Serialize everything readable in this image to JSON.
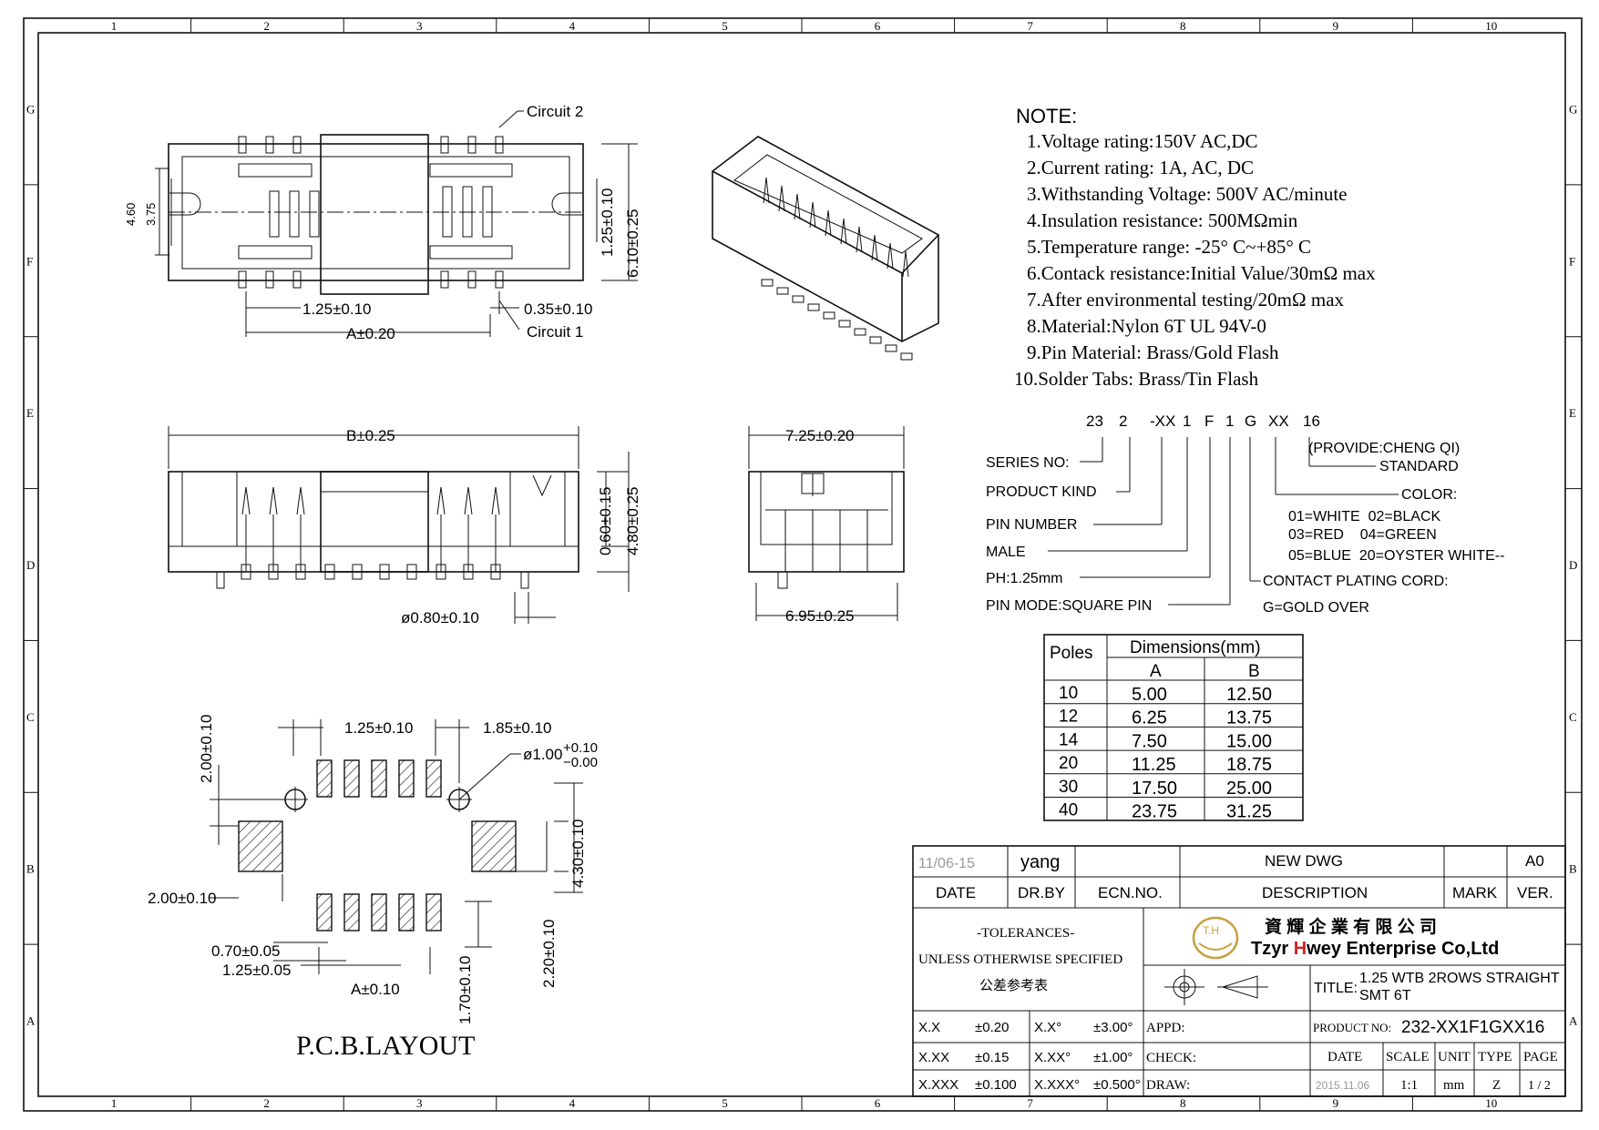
{
  "frame": {
    "col_labels": [
      "1",
      "2",
      "3",
      "4",
      "5",
      "6",
      "7",
      "8",
      "9",
      "10"
    ],
    "row_labels": [
      "G",
      "F",
      "E",
      "D",
      "C",
      "B",
      "A"
    ]
  },
  "top_view": {
    "circuit2": "Circuit 2",
    "circuit1": "Circuit 1",
    "dim_460": "4.60",
    "dim_375": "3.75",
    "dim_pitch": "1.25±0.10",
    "dim_a": "A±0.20",
    "dim_035": "0.35±0.10",
    "dim_125r": "1.25±0.10",
    "dim_610": "6.10±0.25"
  },
  "front_view": {
    "dim_b": "B±0.25",
    "dim_060": "0.60±0.15",
    "dim_480": "4.80±0.25",
    "dim_080": "ø0.80±0.10"
  },
  "side_view": {
    "dim_725": "7.25±0.20",
    "dim_695": "6.95±0.25"
  },
  "pcb": {
    "title": "P.C.B.LAYOUT",
    "d_200v": "2.00±0.10",
    "d_125": "1.25±0.10",
    "d_185": "1.85±0.10",
    "d_hole": "ø1.00",
    "d_hole_up": "+0.10",
    "d_hole_dn": "−0.00",
    "d_430": "4.30±0.10",
    "d_200h": "2.00±0.10",
    "d_070": "0.70±0.05",
    "d_125b": "1.25±0.05",
    "d_a": "A±0.10",
    "d_170": "1.70±0.10",
    "d_220": "2.20±0.10"
  },
  "notes": {
    "heading": "NOTE:",
    "items": [
      "1.Voltage rating:150V AC,DC",
      "2.Current rating: 1A, AC, DC",
      "3.Withstanding Voltage: 500V AC/minute",
      "4.Insulation resistance: 500MΩmin",
      "5.Temperature range: -25° C~+85° C",
      "6.Contack resistance:Initial Value/30mΩ max",
      "7.After environmental testing/20mΩ max",
      "8.Material:Nylon 6T UL 94V-0",
      "9.Pin Material: Brass/Gold Flash",
      "10.Solder Tabs: Brass/Tin Flash"
    ]
  },
  "code": {
    "parts": [
      "23",
      "2",
      "-XX",
      "1",
      "F",
      "1",
      "G",
      "XX",
      "16"
    ],
    "series": "SERIES NO:",
    "kind": "PRODUCT KIND",
    "pin_number": "PIN NUMBER",
    "male": "MALE",
    "ph": "PH:1.25mm",
    "pin_mode": "PIN MODE:SQUARE PIN",
    "provide": "(PROVIDE:CHENG QI)",
    "standard": "STANDARD",
    "color": "COLOR:",
    "colors1": "01=WHITE  02=BLACK",
    "colors2": "03=RED    04=GREEN",
    "colors3": "05=BLUE  20=OYSTER WHITE--",
    "plating": "CONTACT PLATING CORD:",
    "gold": "G=GOLD OVER"
  },
  "dim_table": {
    "poles": "Poles",
    "dimensions": "Dimensions(mm)",
    "col_a": "A",
    "col_b": "B",
    "rows": [
      [
        "10",
        "5.00",
        "12.50"
      ],
      [
        "12",
        "6.25",
        "13.75"
      ],
      [
        "14",
        "7.50",
        "15.00"
      ],
      [
        "20",
        "11.25",
        "18.75"
      ],
      [
        "30",
        "17.50",
        "25.00"
      ],
      [
        "40",
        "23.75",
        "31.25"
      ]
    ]
  },
  "title_block": {
    "rev_date": "11/06-15",
    "rev_by": "yang",
    "rev_desc": "NEW DWG",
    "rev_ver": "A0",
    "h_date": "DATE",
    "h_drby": "DR.BY",
    "h_ecn": "ECN.NO.",
    "h_desc": "DESCRIPTION",
    "h_mark": "MARK",
    "h_ver": "VER.",
    "tol1": "-TOLERANCES-",
    "tol2": "UNLESS OTHERWISE SPECIFIED",
    "tol3": "公差参考表",
    "company_cn": "資 輝 企 業 有 限 公 司",
    "company_en_1": "Tzyr ",
    "company_en_h": "H",
    "company_en_2": "wey Enterprise Co,Ltd",
    "logo_text": "T.H",
    "title_label": "TITLE:",
    "title_1": "1.25 WTB 2ROWS STRAIGHT",
    "title_2": "SMT 6T",
    "tol_rows": [
      [
        "X.X",
        "±0.20",
        "X.X°",
        "±3.00°"
      ],
      [
        "X.XX",
        "±0.15",
        "X.XX°",
        "±1.00°"
      ],
      [
        "X.XXX",
        "±0.100",
        "X.XXX°",
        "±0.500°"
      ]
    ],
    "appd": "APPD:",
    "check": "CHECK:",
    "draw": "DRAW:",
    "product_label": "PRODUCT NO:",
    "product_no": "232-XX1F1GXX16",
    "h2_date": "DATE",
    "h2_scale": "SCALE",
    "h2_unit": "UNIT",
    "h2_type": "TYPE",
    "h2_page": "PAGE",
    "v_date": "2015.11.06",
    "v_scale": "1:1",
    "v_unit": "mm",
    "v_type": "Z",
    "v_page": "1 / 2",
    "logo_color": "#c8a040",
    "accent_red": "#d42020"
  }
}
